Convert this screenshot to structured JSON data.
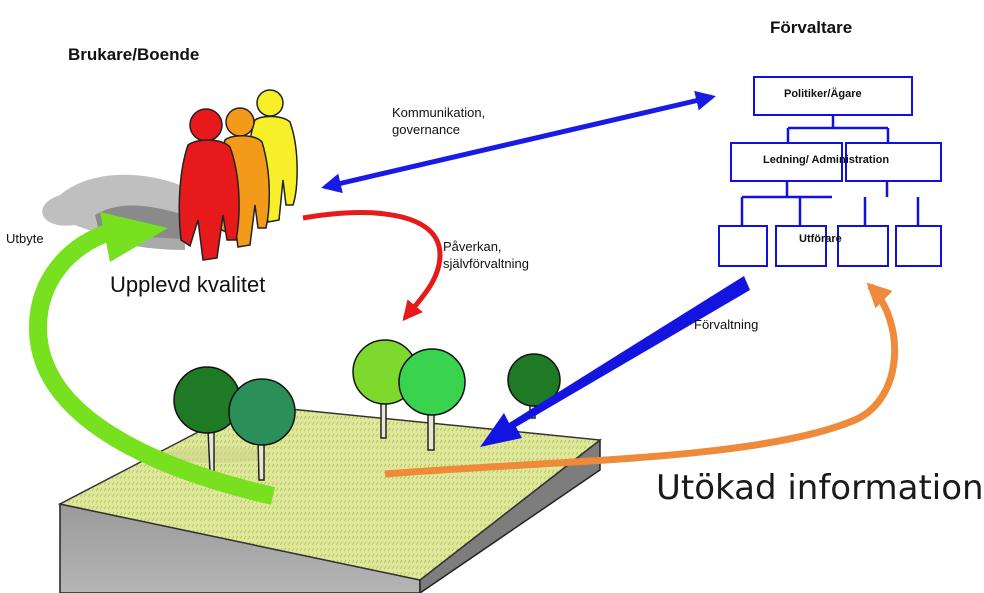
{
  "users": {
    "title": "Brukare/Boende",
    "quality": "Upplevd kvalitet"
  },
  "managers": {
    "title": "Förvaltare"
  },
  "org": {
    "top": "Politiker/Ägare",
    "middle": "Ledning/ Administration",
    "bottom": "Utförare"
  },
  "arrows": {
    "communication": "Kommunikation,\ngovernance",
    "influence": "Påverkan,\nsjälvförvaltning",
    "management": "Förvaltning",
    "exchange": "Utbyte",
    "information": "Utökad information"
  },
  "colors": {
    "communication": "#1a1ae6",
    "influence": "#e61a1a",
    "management": "#1414e0",
    "exchange": "#77e01f",
    "information": "#ee8a3a",
    "org_box": "#1010e0"
  }
}
